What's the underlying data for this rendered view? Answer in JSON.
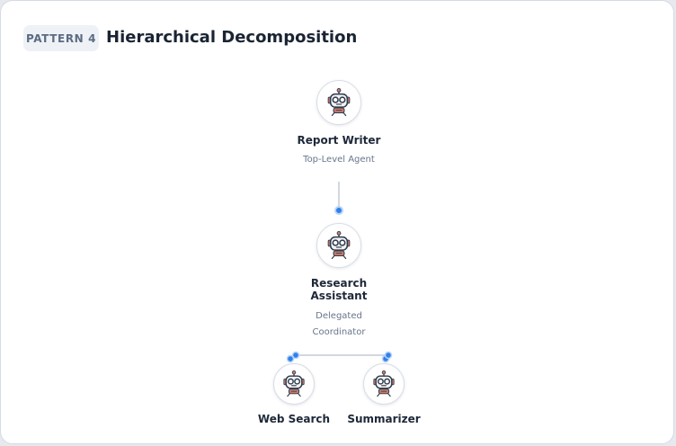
{
  "header": {
    "badge": "PATTERN 4",
    "title": "Hierarchical Decomposition"
  },
  "nodes": {
    "report_writer": {
      "name": "Report Writer",
      "role": "Top-Level Agent"
    },
    "research_assistant": {
      "name_line1": "Research",
      "name_line2": "Assistant",
      "role_line1": "Delegated",
      "role_line2": "Coordinator"
    },
    "web_search": {
      "name": "Web Search"
    },
    "summarizer": {
      "name": "Summarizer"
    }
  },
  "icons": {
    "agent": "robot-icon"
  },
  "colors": {
    "accent": "#2f80ed",
    "edge": "#c2cad6",
    "robot_body": "#c97a6a",
    "robot_face": "#2b3a4e"
  }
}
